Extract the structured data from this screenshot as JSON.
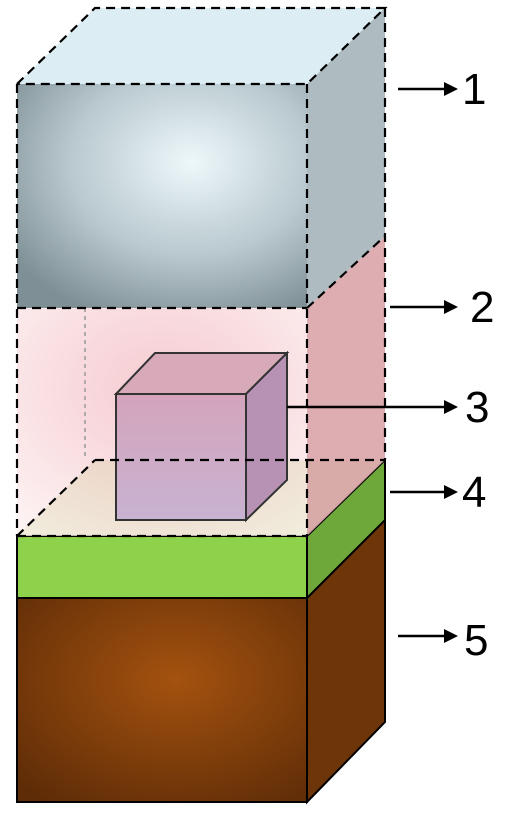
{
  "colors": {
    "air_front": "#9fb0b8",
    "air_top": "#dcedf3",
    "air_side": "#aebcc2",
    "enclosure_tint": "#f6c9cc",
    "enclosure_side": "#d9a4a8",
    "cube_front": "#c9a6c6",
    "cube_top": "#d8a9b8",
    "cube_side": "#b892b4",
    "grass_front": "#8ed14a",
    "grass_top": "#c8e09a",
    "grass_side": "#6ea83a",
    "soil_front": "#7a3b0e",
    "soil_center": "#a4520f",
    "soil_side": "#6e3509"
  },
  "labels": [
    {
      "id": "1",
      "text": "1"
    },
    {
      "id": "2",
      "text": "2"
    },
    {
      "id": "3",
      "text": "3"
    },
    {
      "id": "4",
      "text": "4"
    },
    {
      "id": "5",
      "text": "5"
    }
  ]
}
